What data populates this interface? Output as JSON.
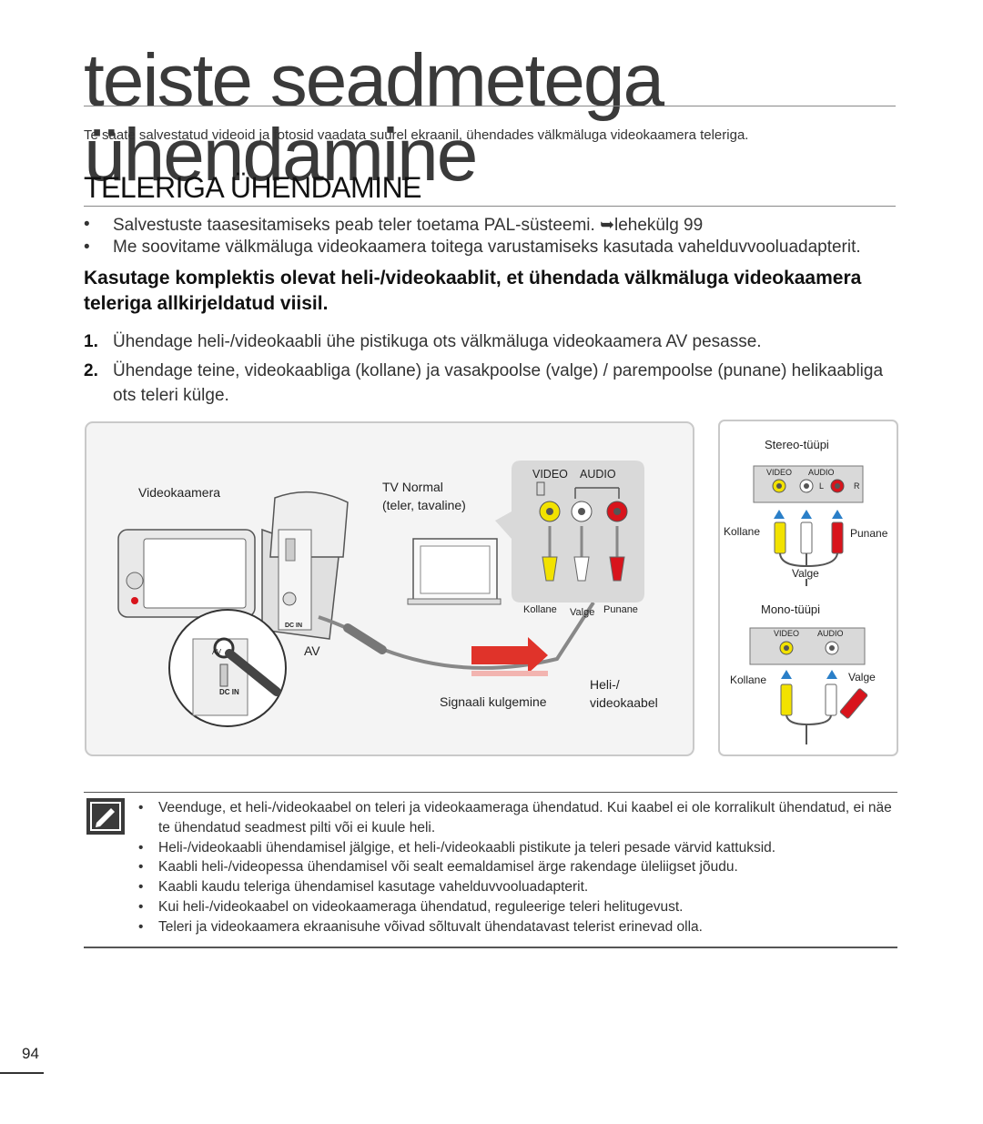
{
  "page": {
    "title": "teiste seadmetega ühendamine",
    "intro": "Te saate salvestatud videoid ja fotosid vaadata suurel ekraanil, ühendades välkmäluga videokaamera teleriga.",
    "section_heading": "TELERIGA ÜHENDAMINE",
    "bullets": [
      "Salvestuste taasesitamiseks peab teler toetama PAL-süsteemi. ➥lehekülg 99",
      "Me soovitame välkmäluga videokaamera toitega varustamiseks kasutada vahelduvvooluadapterit."
    ],
    "subheading": "Kasutage komplektis olevat heli-/videokaablit, et ühendada välkmäluga videokaamera teleriga allkirjeldatud viisil.",
    "steps": [
      {
        "num": "1.",
        "text": "Ühendage heli-/videokaabli ühe pistikuga ots välkmäluga videokaamera AV pesasse."
      },
      {
        "num": "2.",
        "text": "Ühendage teine, videokaabliga (kollane) ja vasakpoolse (valge) / parempoolse (punane) helikaabliga ots teleri külge."
      }
    ],
    "page_number": "94"
  },
  "diagram": {
    "camcorder_label": "Videokaamera",
    "tv_label_1": "TV Normal",
    "tv_label_2": "(teler, tavaline)",
    "video_label": "VIDEO",
    "audio_label": "AUDIO",
    "yellow_label": "Kollane",
    "white_label": "Valge",
    "red_label": "Punane",
    "av_label": "AV",
    "av_small": "AV",
    "dcin_label": "DC IN",
    "dcin_small": "DC IN",
    "cable_label_1": "Heli-/",
    "cable_label_2": "videokaabel",
    "signal_label": "Signaali kulgemine",
    "stereo_title": "Stereo-tüüpi",
    "mono_title": "Mono-tüüpi",
    "stereo_video": "VIDEO",
    "stereo_audio": "AUDIO",
    "stereo_l": "L",
    "stereo_r": "R",
    "mono_video": "VIDEO",
    "mono_audio": "AUDIO",
    "stereo_yellow": "Kollane",
    "stereo_red": "Punane",
    "stereo_white": "Valge",
    "mono_yellow": "Kollane",
    "mono_white": "Valge",
    "colors": {
      "yellow": "#f2e200",
      "white": "#ffffff",
      "red": "#d8141c",
      "arrow": "#e0332a",
      "jack_blue": "#2a7fc8"
    }
  },
  "notes": [
    "Veenduge, et heli-/videokaabel on teleri ja videokaameraga ühendatud. Kui kaabel ei ole korralikult ühendatud, ei näe te ühendatud seadmest pilti või ei kuule heli.",
    "Heli-/videokaabli ühendamisel jälgige, et heli-/videokaabli pistikute ja teleri pesade värvid kattuksid.",
    "Kaabli heli-/videopessa ühendamisel või sealt eemaldamisel ärge rakendage üleliigset jõudu.",
    "Kaabli kaudu teleriga ühendamisel kasutage vahelduvvooluadapterit.",
    "Kui heli-/videokaabel on videokaameraga ühendatud, reguleerige teleri helitugevust.",
    "Teleri ja videokaamera ekraanisuhe võivad sõltuvalt ühendatavast telerist erinevad olla."
  ],
  "icons": {
    "note": "note-pencil-icon"
  }
}
